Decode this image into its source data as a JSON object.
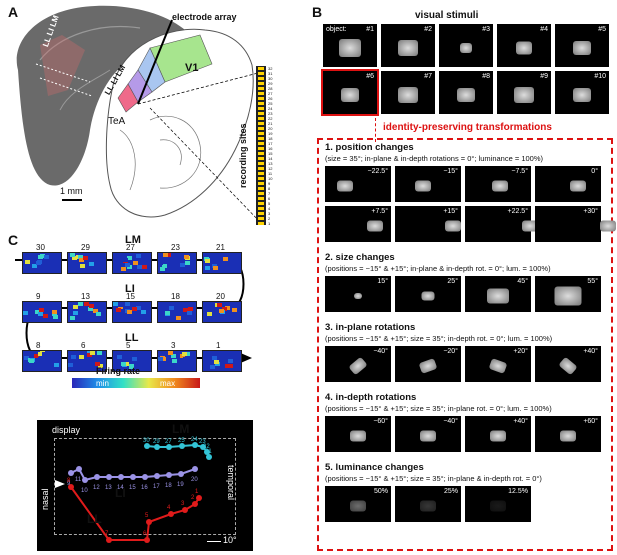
{
  "panelA": {
    "letter": "A",
    "electrode_label": "electrode array",
    "areas_top": [
      "LL",
      "LI",
      "LM"
    ],
    "areas_bottom": [
      "LL",
      "LI",
      "LM"
    ],
    "v1_label": "V1",
    "tea_label": "TeA",
    "scale_label": "1 mm",
    "recording_sites_label": "recording sites",
    "sites": [
      "32",
      "31",
      "30",
      "29",
      "28",
      "27",
      "26",
      "25",
      "24",
      "23",
      "22",
      "21",
      "20",
      "19",
      "18",
      "17",
      "16",
      "15",
      "14",
      "13",
      "12",
      "11",
      "10",
      "9",
      "8",
      "7",
      "6",
      "5",
      "4",
      "3",
      "2",
      "1"
    ]
  },
  "panelB": {
    "letter": "B",
    "title": "visual stimuli",
    "object_prefix": "object:",
    "objects": [
      "#1",
      "#2",
      "#3",
      "#4",
      "#5",
      "#6",
      "#7",
      "#8",
      "#9",
      "#10"
    ],
    "transform_title": "identity-preserving transformations",
    "sections": [
      {
        "title": "1. position changes",
        "sub": "(size = 35°; in-plane & in-depth rotations = 0°; luminance = 100%)",
        "row1": [
          "−22.5°",
          "−15°",
          "−7.5°",
          "0°"
        ],
        "row2": [
          "+7.5°",
          "+15°",
          "+22.5°",
          "+30°"
        ]
      },
      {
        "title": "2. size changes",
        "sub": "(positions = −15° & +15°; in-plane & in-depth rot. = 0°; lum. = 100%)",
        "row1": [
          "15°",
          "25°",
          "45°",
          "55°"
        ]
      },
      {
        "title": "3. in-plane rotations",
        "sub": "(positions = −15° & +15°; size = 35°; in-depth rot. = 0°; lum. = 100%)",
        "row1": [
          "−40°",
          "−20°",
          "+20°",
          "+40°"
        ]
      },
      {
        "title": "4. in-depth rotations",
        "sub": "(positions = −15° & +15°; size = 35°; in-plane rot. = 0°; lum. = 100%)",
        "row1": [
          "−60°",
          "−40°",
          "+40°",
          "+60°"
        ]
      },
      {
        "title": "5. luminance changes",
        "sub": "(positions = −15° & +15°; size = 35°; in-plane & in-depth rot. = 0°)",
        "row1": [
          "50%",
          "25%",
          "12.5%"
        ]
      }
    ]
  },
  "panelC": {
    "letter": "C",
    "rows": [
      {
        "area": "LM",
        "sites": [
          "30",
          "29",
          "27",
          "23",
          "21"
        ]
      },
      {
        "area": "LI",
        "sites": [
          "9",
          "13",
          "15",
          "18",
          "20"
        ]
      },
      {
        "area": "LL",
        "sites": [
          "8",
          "6",
          "5",
          "3",
          "1"
        ]
      }
    ],
    "colorbar_title": "Firing rate",
    "colorbar_min": "min",
    "colorbar_max": "max",
    "display_label": "display",
    "nasal_label": "nasal",
    "temporal_label": "temporal",
    "scale_label": "10°",
    "lm_label": "LM",
    "li_label": "LI",
    "ll_label": "LL",
    "lm_sites": [
      "30",
      "29",
      "27",
      "25",
      "24",
      "23",
      "22",
      "21"
    ],
    "lm_extra": [
      "31",
      "26",
      "28"
    ],
    "li_sites": [
      "9",
      "11",
      "10",
      "12",
      "13",
      "14",
      "15",
      "16",
      "17",
      "18",
      "19",
      "20"
    ],
    "ll_sites": [
      "8",
      "7",
      "6",
      "5",
      "4",
      "3",
      "2",
      "1"
    ],
    "colors": {
      "lm": "#33c4d6",
      "li": "#9b93e6",
      "ll": "#e01b1b",
      "accent_red": "#dd1111"
    }
  }
}
